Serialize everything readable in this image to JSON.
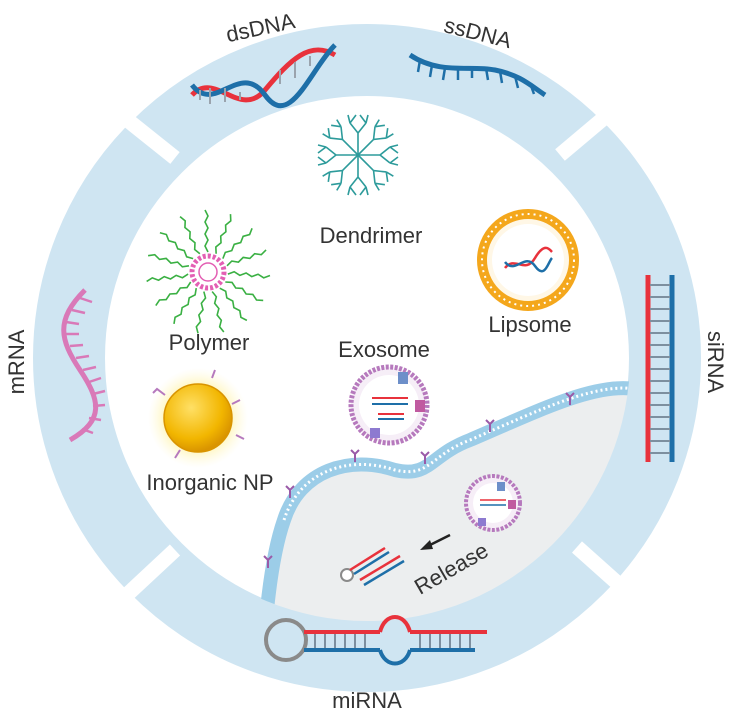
{
  "ring_labels": {
    "dsdna": "dsDNA",
    "ssdna": "ssDNA",
    "sirna": "siRNA",
    "mirna": "miRNA",
    "mrna": "mRNA"
  },
  "carriers": {
    "dendrimer": "Dendrimer",
    "polymer": "Polymer",
    "lipsome": "Lipsome",
    "exosome": "Exosome",
    "inorganic": "Inorganic NP"
  },
  "release_label": "Release",
  "colors": {
    "ring": "#cfe5f2",
    "cell_fill": "#eceeef",
    "membrane": "#9ccde8",
    "strand_red": "#e8323c",
    "strand_blue": "#1e6fa8",
    "mrna_pink": "#d979b8",
    "polymer_green": "#3ab043",
    "polymer_pink": "#e35fb3",
    "liposome_orange": "#f4a71c",
    "gold": "#f2b600",
    "dendrimer_teal": "#2d9b9b",
    "exosome_purple": "#b679bd",
    "hairpin_grey": "#8a8a8a"
  }
}
